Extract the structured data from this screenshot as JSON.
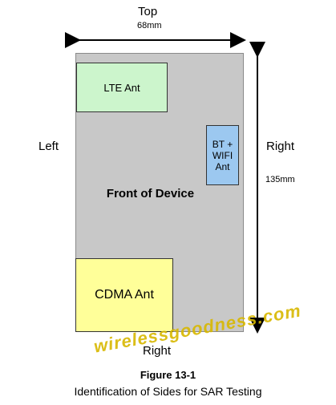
{
  "top_label": "Top",
  "width_dimension": "68mm",
  "left_label": "Left",
  "right_label": "Right",
  "height_dimension": "135mm",
  "bottom_label": "Right",
  "antennas": {
    "lte": "LTE Ant",
    "bt_wifi": [
      "BT +",
      "WIFI",
      "Ant"
    ],
    "cdma": "CDMA Ant"
  },
  "device_label": "Front of Device",
  "caption": {
    "title": "Figure 13-1",
    "subtitle": "Identification of Sides for SAR Testing"
  },
  "watermark": "wirelessgoodness.com",
  "colors": {
    "device": "#c8c8c8",
    "lte": "#ccf5cc",
    "bt_wifi": "#9cc8f0",
    "cdma": "#ffff99",
    "watermark": "#d8b800"
  }
}
